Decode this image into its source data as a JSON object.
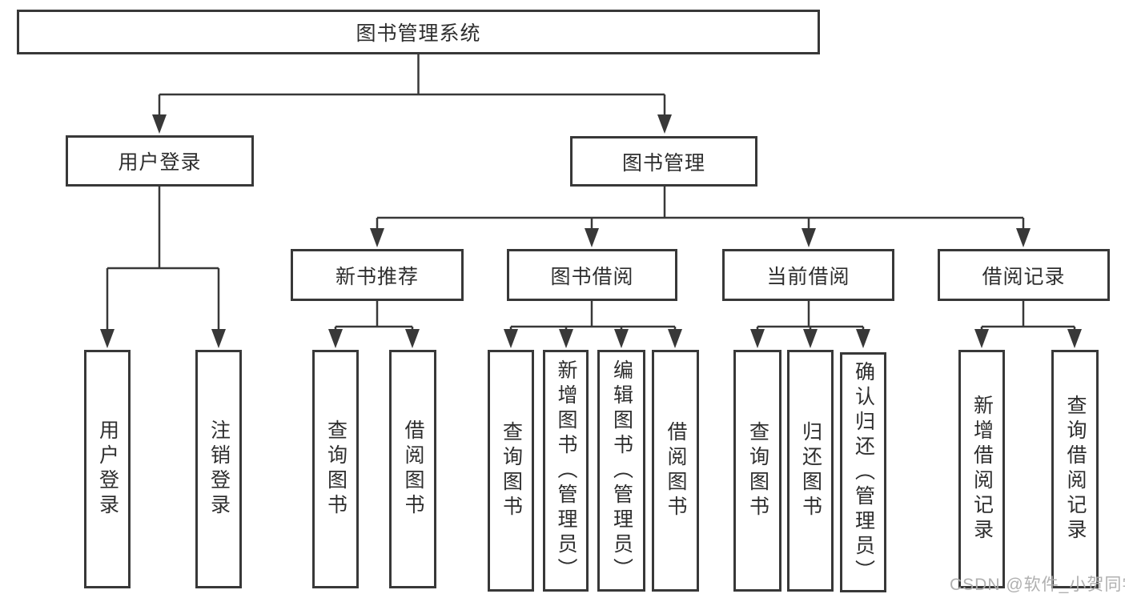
{
  "diagram": {
    "root": {
      "label": "图书管理系统"
    },
    "branches": [
      {
        "label": "用户登录",
        "children": [
          {
            "label": "用户登录"
          },
          {
            "label": "注销登录"
          }
        ]
      },
      {
        "label": "图书管理",
        "children": [
          {
            "label": "新书推荐",
            "children": [
              {
                "label": "查询图书"
              },
              {
                "label": "借阅图书"
              }
            ]
          },
          {
            "label": "图书借阅",
            "children": [
              {
                "label": "查询图书"
              },
              {
                "label": "新增图书（管理员）"
              },
              {
                "label": "编辑图书（管理员）"
              },
              {
                "label": "借阅图书"
              }
            ]
          },
          {
            "label": "当前借阅",
            "children": [
              {
                "label": "查询图书"
              },
              {
                "label": "归还图书"
              },
              {
                "label": "确认归还（管理员）"
              }
            ]
          },
          {
            "label": "借阅记录",
            "children": [
              {
                "label": "新增借阅记录"
              },
              {
                "label": "查询借阅记录"
              }
            ]
          }
        ]
      }
    ]
  },
  "watermark": {
    "text": "CSDN @软件_小贺同学"
  },
  "colors": {
    "line": "#383838",
    "text": "#2e2e2e",
    "watermark": "#acacac",
    "background": "#ffffff"
  }
}
